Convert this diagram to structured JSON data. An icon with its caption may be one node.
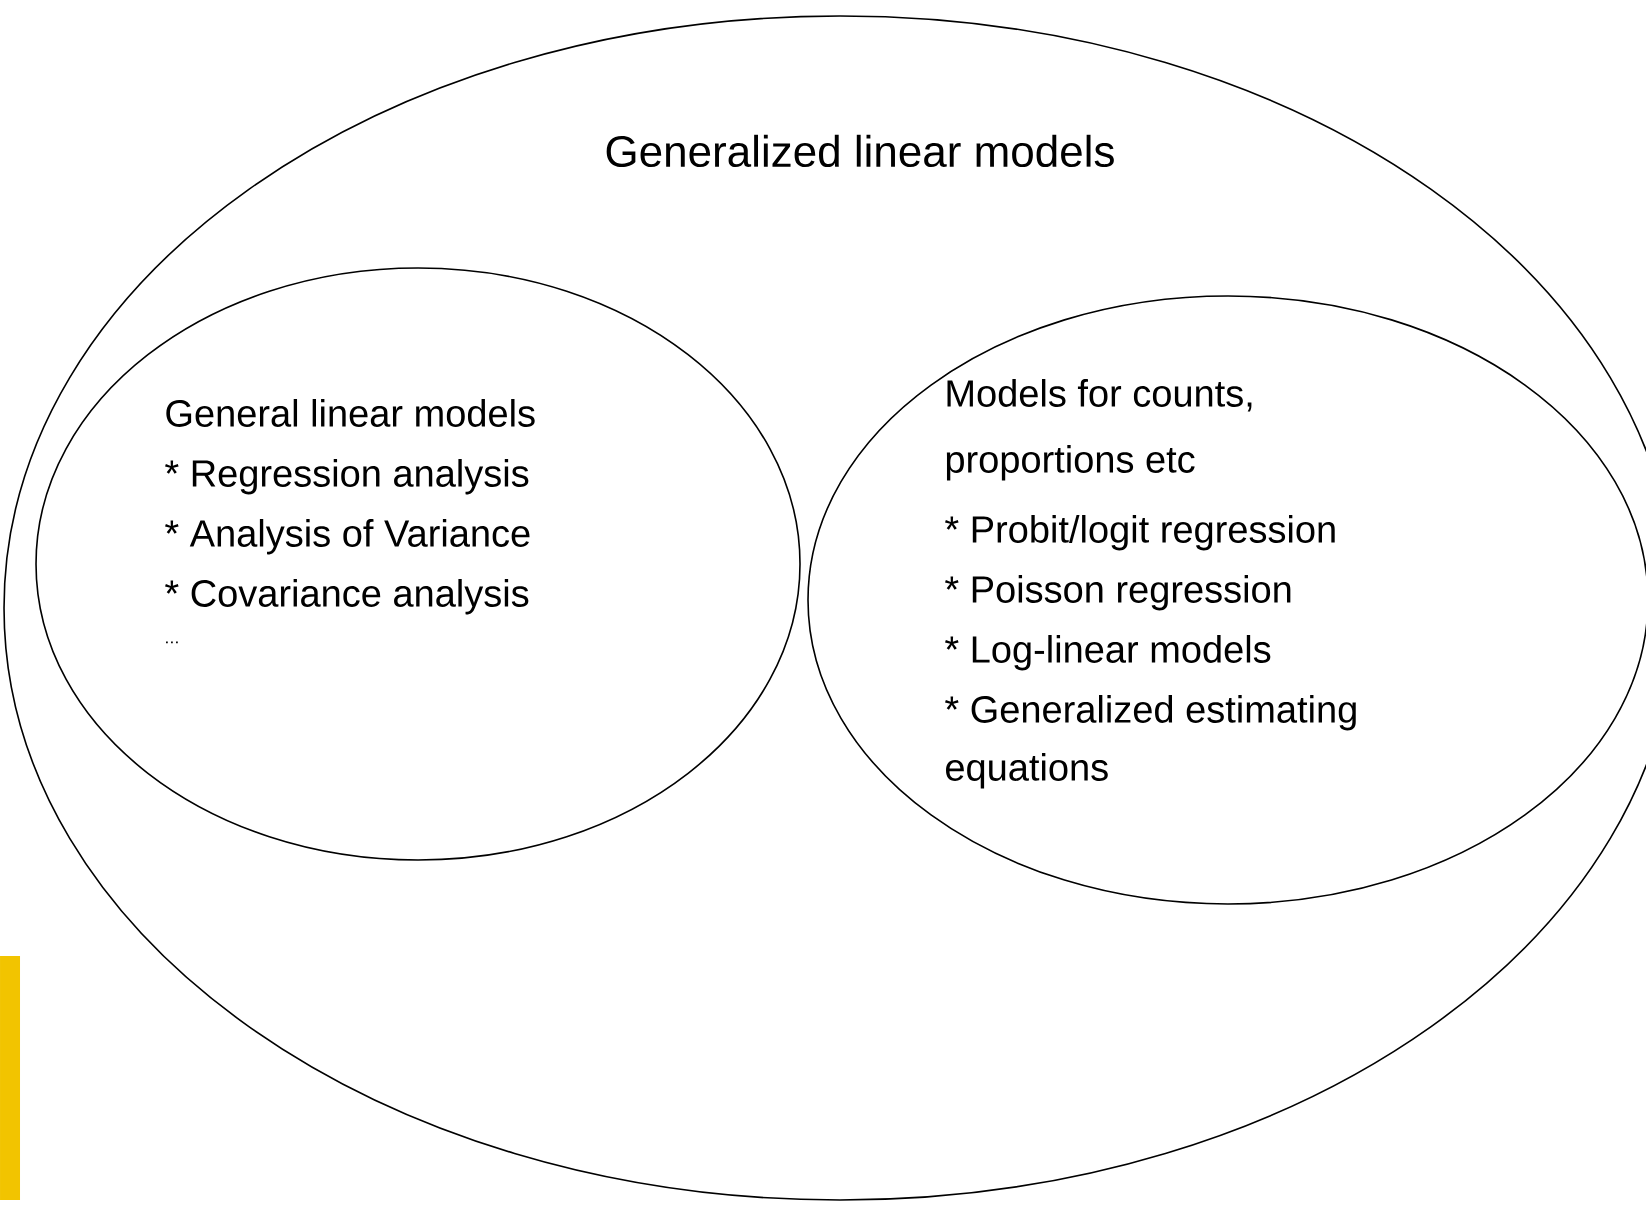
{
  "diagram": {
    "nodes": [
      {
        "text": [
          "Generalized linear models"
        ]
      },
      {
        "text": [
          "General linear models",
          "* Regression analysis",
          "* Analysis of Variance",
          "* Covariance analysis",
          "..."
        ],
        "in": 0
      },
      {
        "text": [
          "Models for counts, proportions etc",
          "* Probit/logit regression",
          "* Poisson regression",
          "* Log-linear models",
          "* Generalized estimating equations"
        ],
        "in": 0
      }
    ]
  }
}
